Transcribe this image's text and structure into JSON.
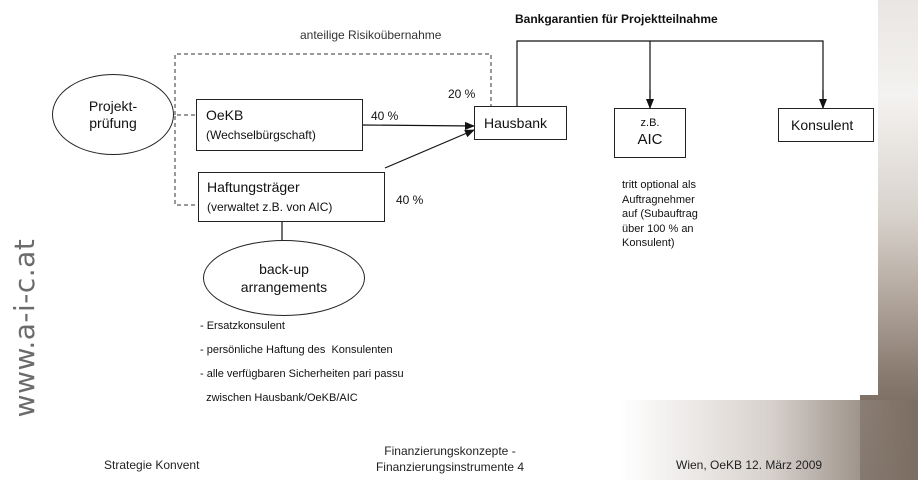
{
  "diagram": {
    "title": "Bankgarantien für Projektteilnahme",
    "risk_label": "anteilige Risikoübernahme",
    "pct_20": "20 %",
    "pct_40_oekb": "40 %",
    "pct_40_haftung": "40 %",
    "projekt": {
      "line1": "Projekt-",
      "line2": "prüfung"
    },
    "oekb": {
      "title": "OeKB",
      "subtitle": "(Wechselbürgschaft)"
    },
    "haftung": {
      "title": "Haftungsträger",
      "subtitle": "(verwaltet z.B. von AIC)"
    },
    "hausbank": "Hausbank",
    "aic": {
      "line1": "z.B.",
      "line2": "AIC"
    },
    "konsulent": "Konsulent",
    "aic_note": [
      "tritt optional als",
      "Auftragnehmer",
      "auf (Subauftrag",
      "über 100 % an",
      "Konsulent)"
    ],
    "backup": {
      "line1": "back-up",
      "line2": "arrangements"
    },
    "bullets": [
      "- Ersatzkonsulent",
      "- persönliche Haftung des  Konsulenten",
      "- alle verfügbaren Sicherheiten pari passu",
      "  zwischen Hausbank/OeKB/AIC"
    ]
  },
  "branding": {
    "website": "www.a-i-c.at"
  },
  "footer": {
    "left": "Strategie Konvent",
    "center_line1": "Finanzierungskonzepte -",
    "center_line2": "Finanzierungsinstrumente 4",
    "right": "Wien, OeKB 12. März 2009"
  }
}
